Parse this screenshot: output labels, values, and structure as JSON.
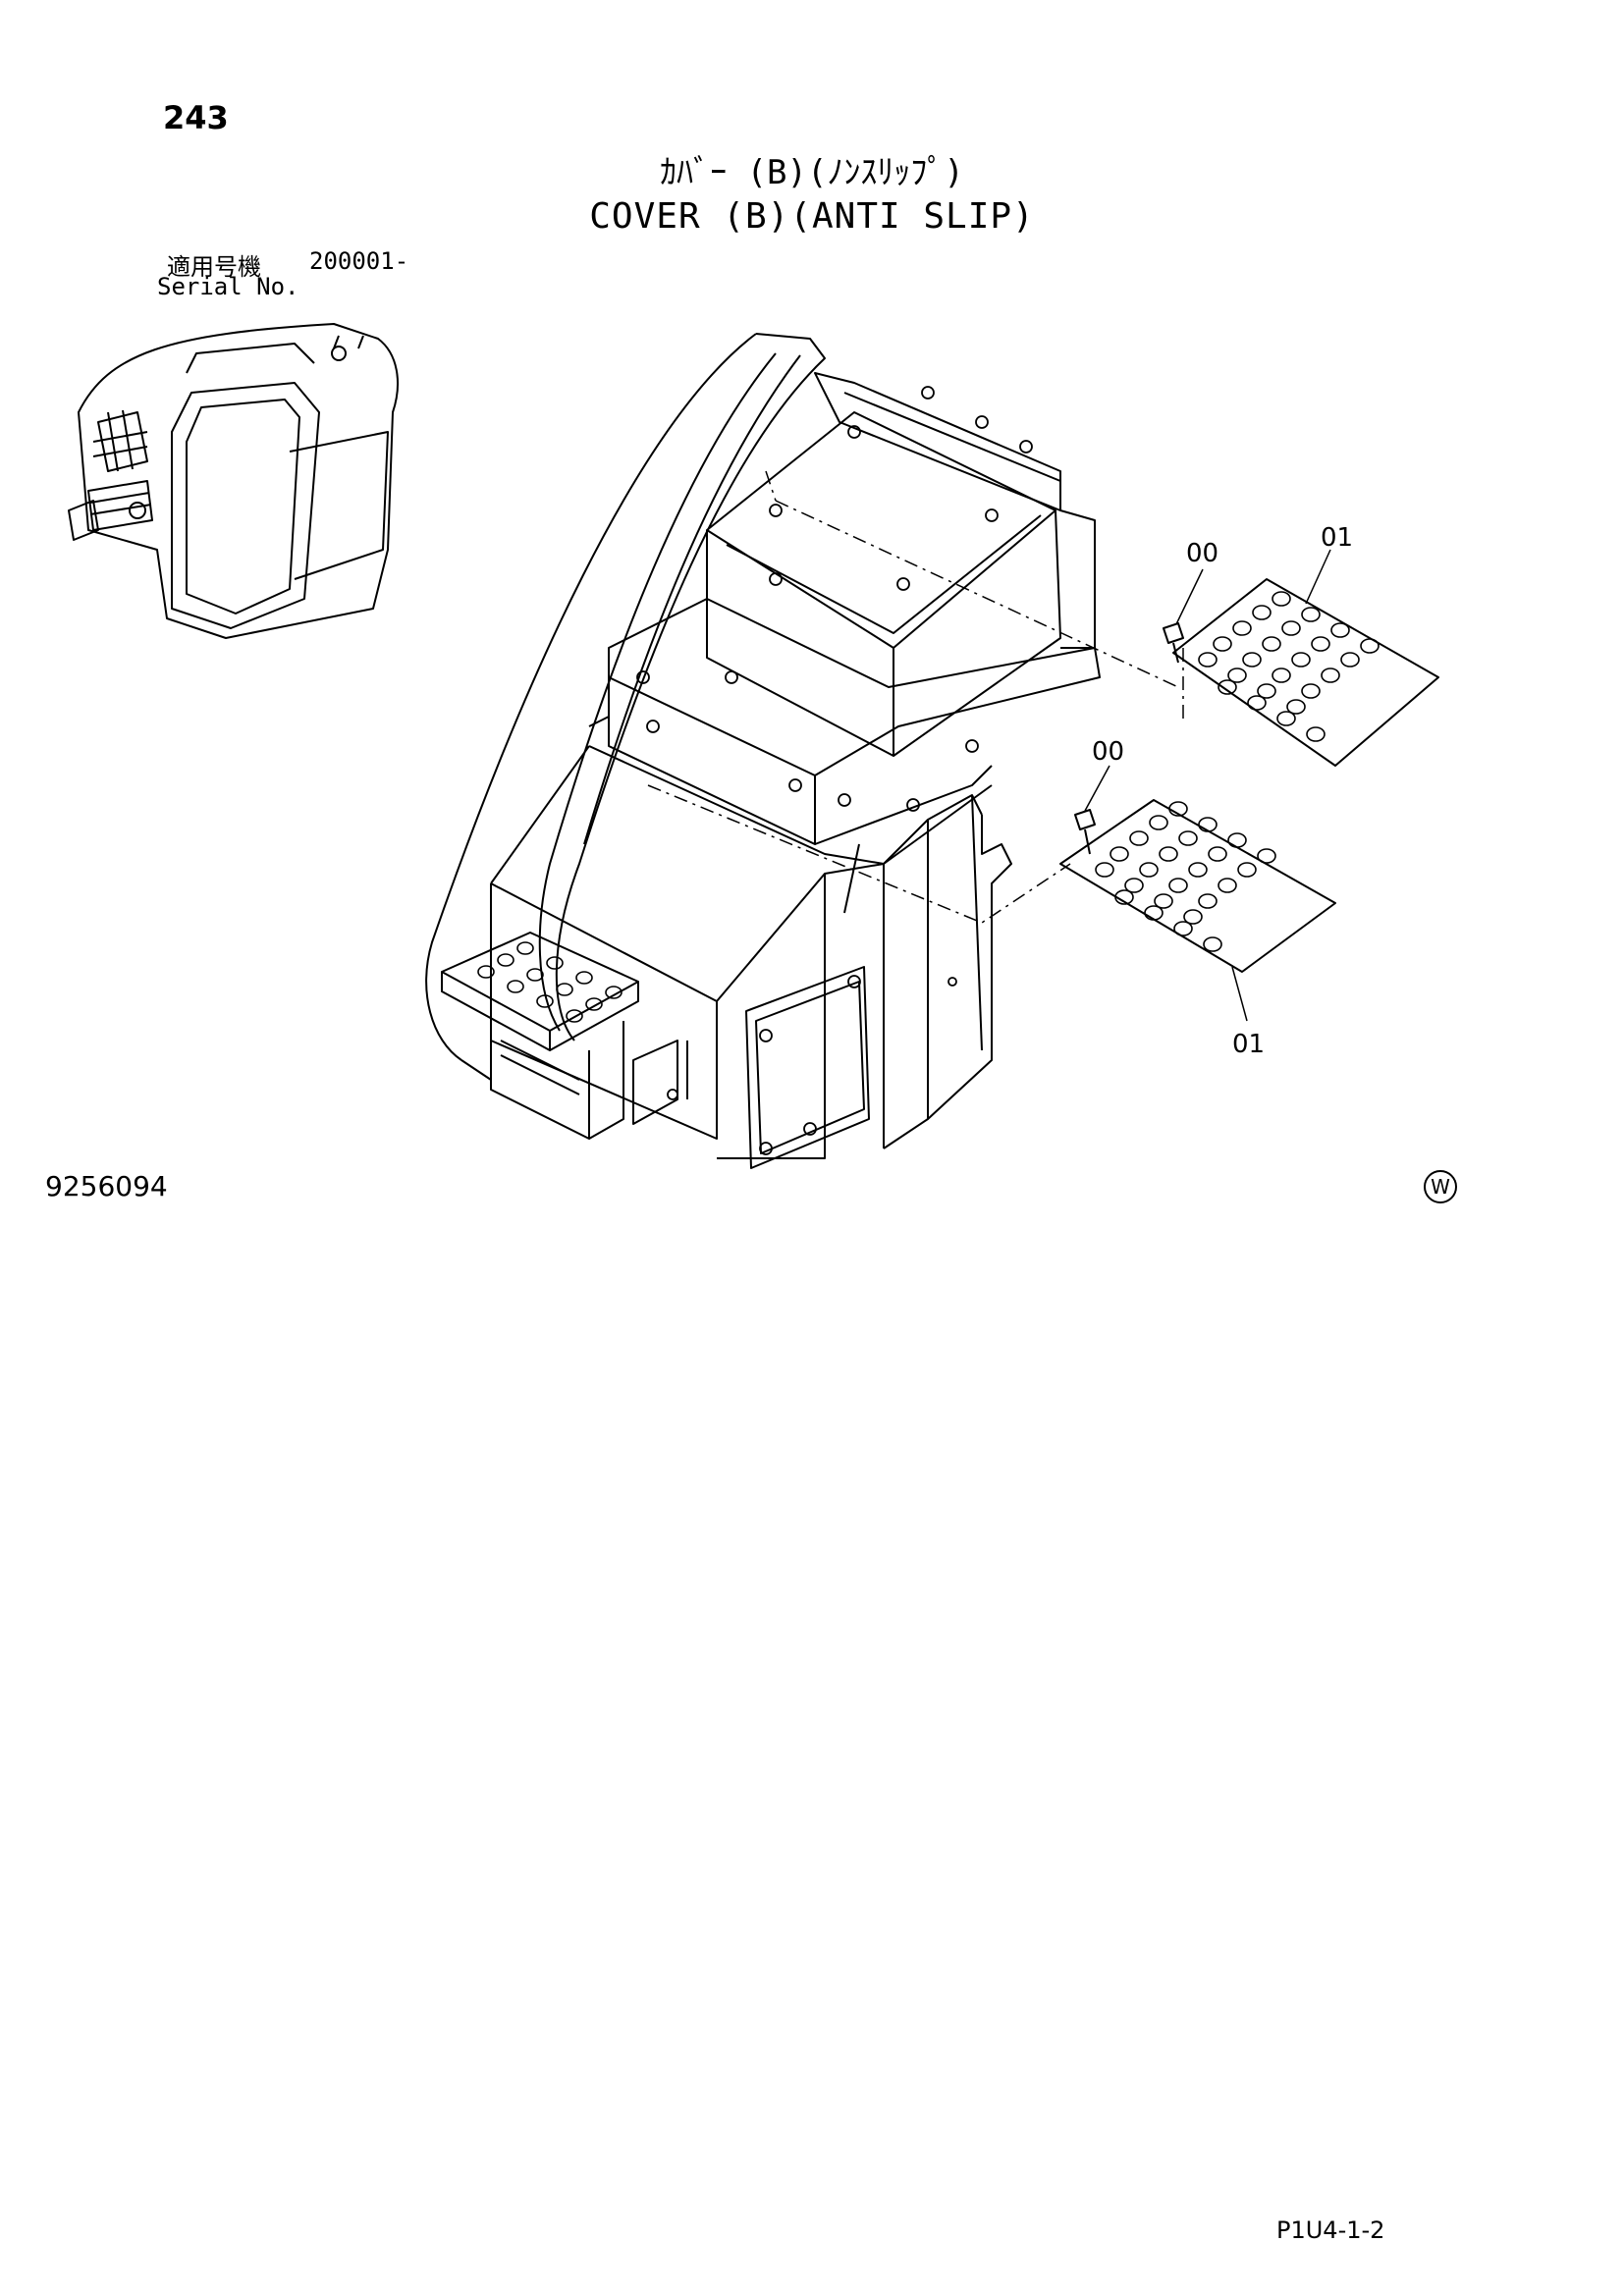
{
  "header": {
    "page_number": "243",
    "title_jp": "ｶﾊﾞｰ (B)(ﾉﾝｽﾘｯﾌﾟ)",
    "title_en": "COVER (B)(ANTI SLIP)",
    "serial_label_jp": "適用号機",
    "serial_range": "200001-",
    "serial_label_en": "Serial No."
  },
  "callouts": {
    "bolt_upper": "00",
    "plate_upper": "01",
    "bolt_lower": "00",
    "plate_lower": "01"
  },
  "footer": {
    "drawing_number": "9256094",
    "mark": "W",
    "page_code": "P1U4-1-2"
  }
}
